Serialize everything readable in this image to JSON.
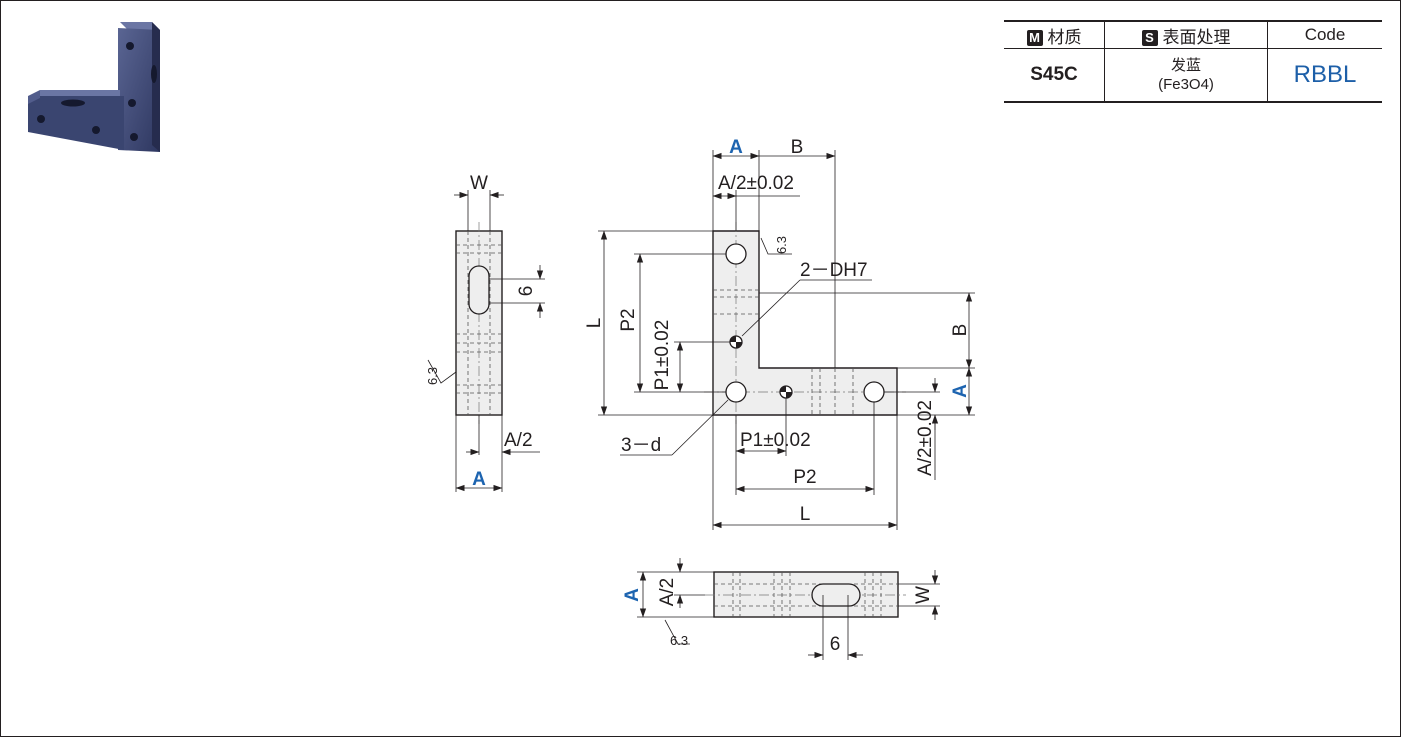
{
  "spec_table": {
    "headers": [
      {
        "tag": "M",
        "label": "材质"
      },
      {
        "tag": "S",
        "label": "表面处理"
      },
      {
        "tag": "",
        "label": "Code"
      }
    ],
    "material": "S45C",
    "surface_line1": "发蓝",
    "surface_line2": "(Fe3O4)",
    "code": "RBBL"
  },
  "drawing": {
    "side_view": {
      "W": "W",
      "slot": "6",
      "roughness": "6.3",
      "A_half": "A/2",
      "A": "A"
    },
    "front_view": {
      "A": "A",
      "B": "B",
      "A_half_tol": "A/2±0.02",
      "roughness": "6.3",
      "dowel": "2－DH7",
      "L": "L",
      "P2": "P2",
      "P1_tol": "P1±0.02",
      "holes": "3－d",
      "B_right": "B",
      "A_right": "A",
      "A_half_tol_right": "A/2±0.02",
      "P1_bottom": "P1±0.02",
      "P2_bottom": "P2",
      "L_bottom": "L"
    },
    "bottom_view": {
      "A": "A",
      "A_half": "A/2",
      "W": "W",
      "slot": "6",
      "roughness": "6.3"
    }
  },
  "colors": {
    "accent_blue": "#1d64b0",
    "code_blue": "#1d5fa8",
    "product": "#3a4570"
  }
}
